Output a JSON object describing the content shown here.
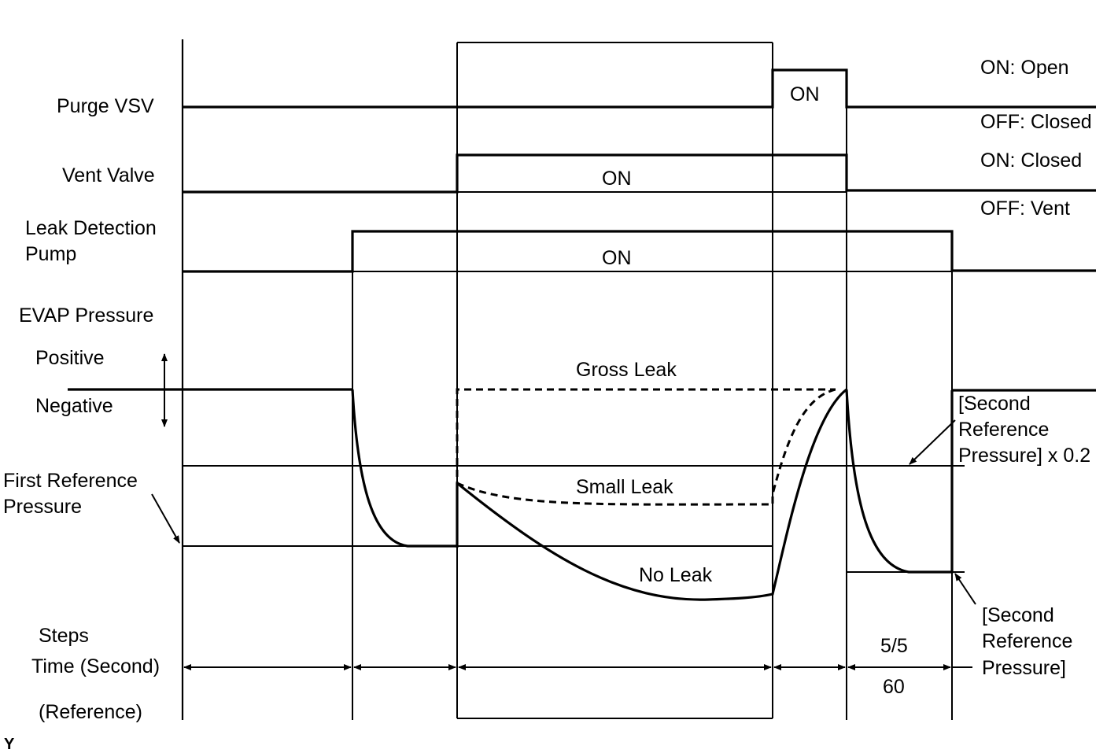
{
  "labels": {
    "purge_vsv": "Purge VSV",
    "vent_valve": "Vent Valve",
    "leak_pump_1": "Leak Detection",
    "leak_pump_2": "Pump",
    "evap_pressure": "EVAP Pressure",
    "positive": "Positive",
    "negative": "Negative",
    "first_ref_1": "First Reference",
    "first_ref_2": "Pressure",
    "steps": "Steps",
    "time": "Time (Second)",
    "reference": "(Reference)",
    "corner": "Y"
  },
  "states": {
    "purge_on": "ON",
    "vent_on": "ON",
    "pump_on": "ON",
    "purge_legend_on": "ON: Open",
    "purge_legend_off": "OFF: Closed",
    "vent_legend_on": "ON: Closed",
    "vent_legend_off": "OFF: Vent"
  },
  "curves": {
    "gross_leak": "Gross Leak",
    "small_leak": "Small Leak",
    "no_leak": "No Leak"
  },
  "annotations": {
    "second_ref_x02_1": "[Second",
    "second_ref_x02_2": "Reference",
    "second_ref_x02_3": "Pressure] x 0.2",
    "second_ref_1": "[Second",
    "second_ref_2": "Reference",
    "second_ref_3": "Pressure]"
  },
  "steps": {
    "step5_label": "5/5",
    "step5_time": "60"
  }
}
